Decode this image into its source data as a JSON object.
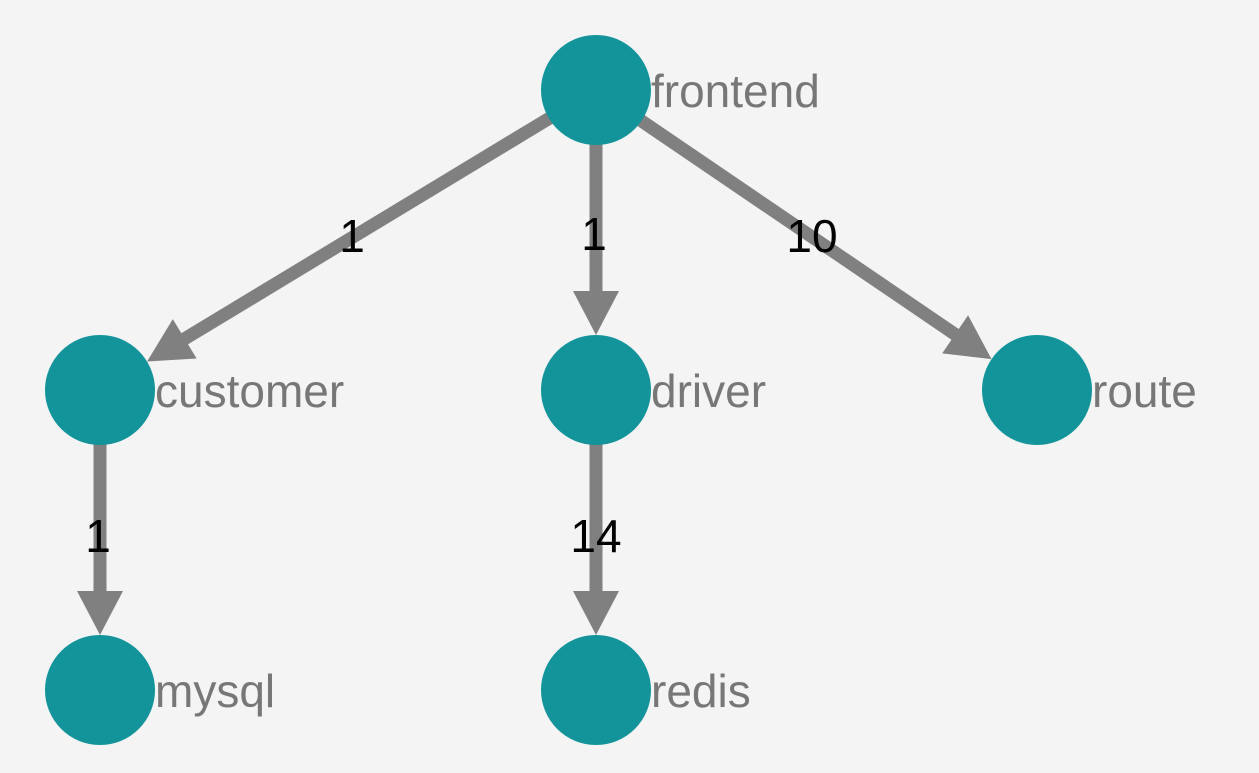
{
  "colors": {
    "background": "#f4f4f4",
    "node": "#12949a",
    "edge": "#808080",
    "node_label": "#777777",
    "edge_label": "#000000"
  },
  "nodes": [
    {
      "id": "frontend",
      "label": "frontend"
    },
    {
      "id": "customer",
      "label": "customer"
    },
    {
      "id": "driver",
      "label": "driver"
    },
    {
      "id": "route",
      "label": "route"
    },
    {
      "id": "mysql",
      "label": "mysql"
    },
    {
      "id": "redis",
      "label": "redis"
    }
  ],
  "edges": [
    {
      "source": "frontend",
      "target": "customer",
      "label": "1"
    },
    {
      "source": "frontend",
      "target": "driver",
      "label": "1"
    },
    {
      "source": "frontend",
      "target": "route",
      "label": "10"
    },
    {
      "source": "customer",
      "target": "mysql",
      "label": "1"
    },
    {
      "source": "driver",
      "target": "redis",
      "label": "14"
    }
  ]
}
